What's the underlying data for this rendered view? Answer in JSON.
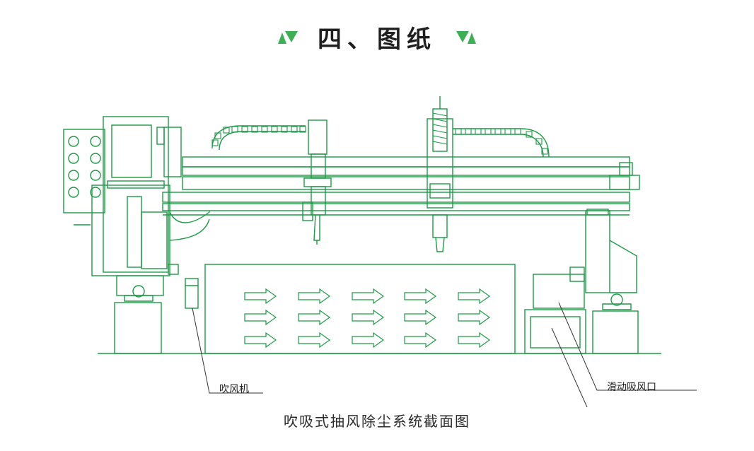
{
  "header": {
    "title": "四、图纸",
    "accent_color": "#3cb054",
    "left_icon": "triangle-pair-icon",
    "right_icon": "triangle-pair-icon"
  },
  "diagram": {
    "line_color": "#1c9a45",
    "labels": {
      "blower": "吹风机",
      "sliding_vent": "滑动吸风口"
    },
    "caption": "吹吸式抽风除尘系统截面图"
  }
}
